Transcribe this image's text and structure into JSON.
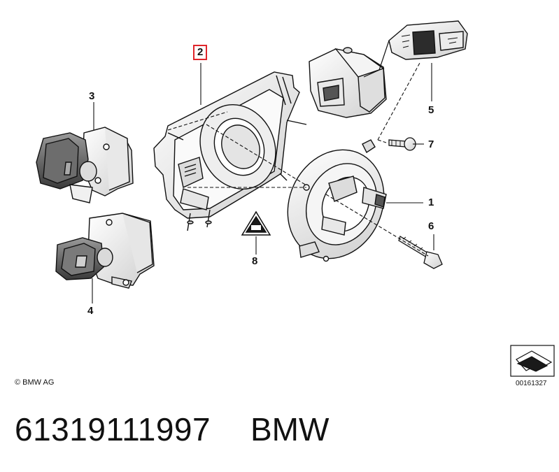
{
  "callouts": {
    "c1": "1",
    "c2": "2",
    "c3": "3",
    "c4": "4",
    "c5": "5",
    "c6": "6",
    "c7": "7",
    "c8": "8"
  },
  "footer": {
    "copyright": "© BMW AG",
    "diagram_id": "00161327"
  },
  "caption": {
    "part_number": "61319111997",
    "brand": "BMW"
  },
  "colors": {
    "highlight_box": "#e0252b",
    "line": "#111111",
    "part_fill": "#f2f2f2",
    "part_shade": "#d6d6d6"
  }
}
